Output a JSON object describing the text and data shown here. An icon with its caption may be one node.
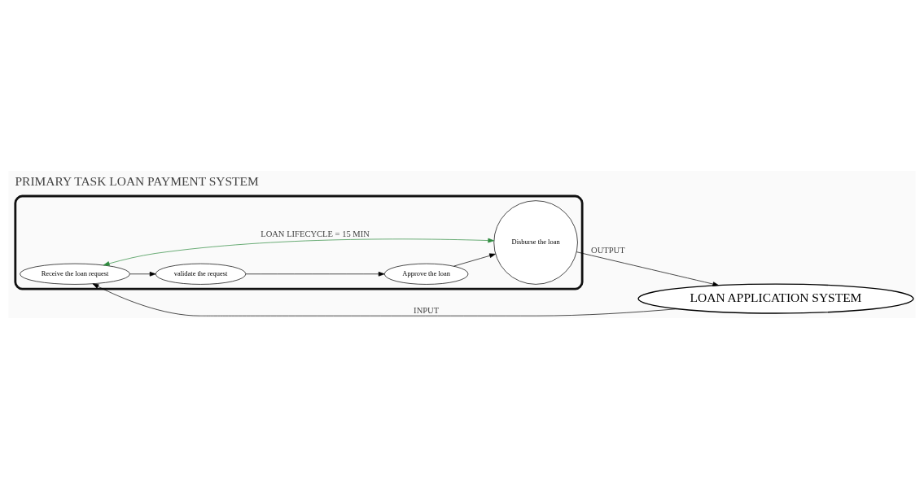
{
  "diagram": {
    "title": "PRIMARY TASK LOAN PAYMENT SYSTEM",
    "nodes": [
      {
        "text": [
          "LOAN APPLICATION SYSTEM"
        ]
      },
      {
        "text": [],
        "shape": "cloud"
      },
      {
        "text": [
          "Receive the loan request"
        ],
        "in": 1
      },
      {
        "text": [
          "validate the request"
        ],
        "in": 1
      },
      {
        "text": [
          "Approve the loan"
        ],
        "in": 1
      },
      {
        "text": [
          "Disburse the loan"
        ],
        "in": 1
      }
    ],
    "edges": [
      {
        "from": 0,
        "to": 2,
        "arrow": "to",
        "label": "INPUT"
      },
      {
        "from": 2,
        "to": 3,
        "arrow": "to"
      },
      {
        "from": 3,
        "to": 4,
        "arrow": "to"
      },
      {
        "from": 4,
        "to": 5,
        "arrow": "to"
      },
      {
        "from": 5,
        "to": 0,
        "arrow": "to",
        "label": "OUTPUT"
      },
      {
        "from": 2,
        "to": 5,
        "arrow": "both",
        "label": "LOAN LIFECYCLE = 15 MIN",
        "color": "#2e8b3e"
      }
    ]
  }
}
